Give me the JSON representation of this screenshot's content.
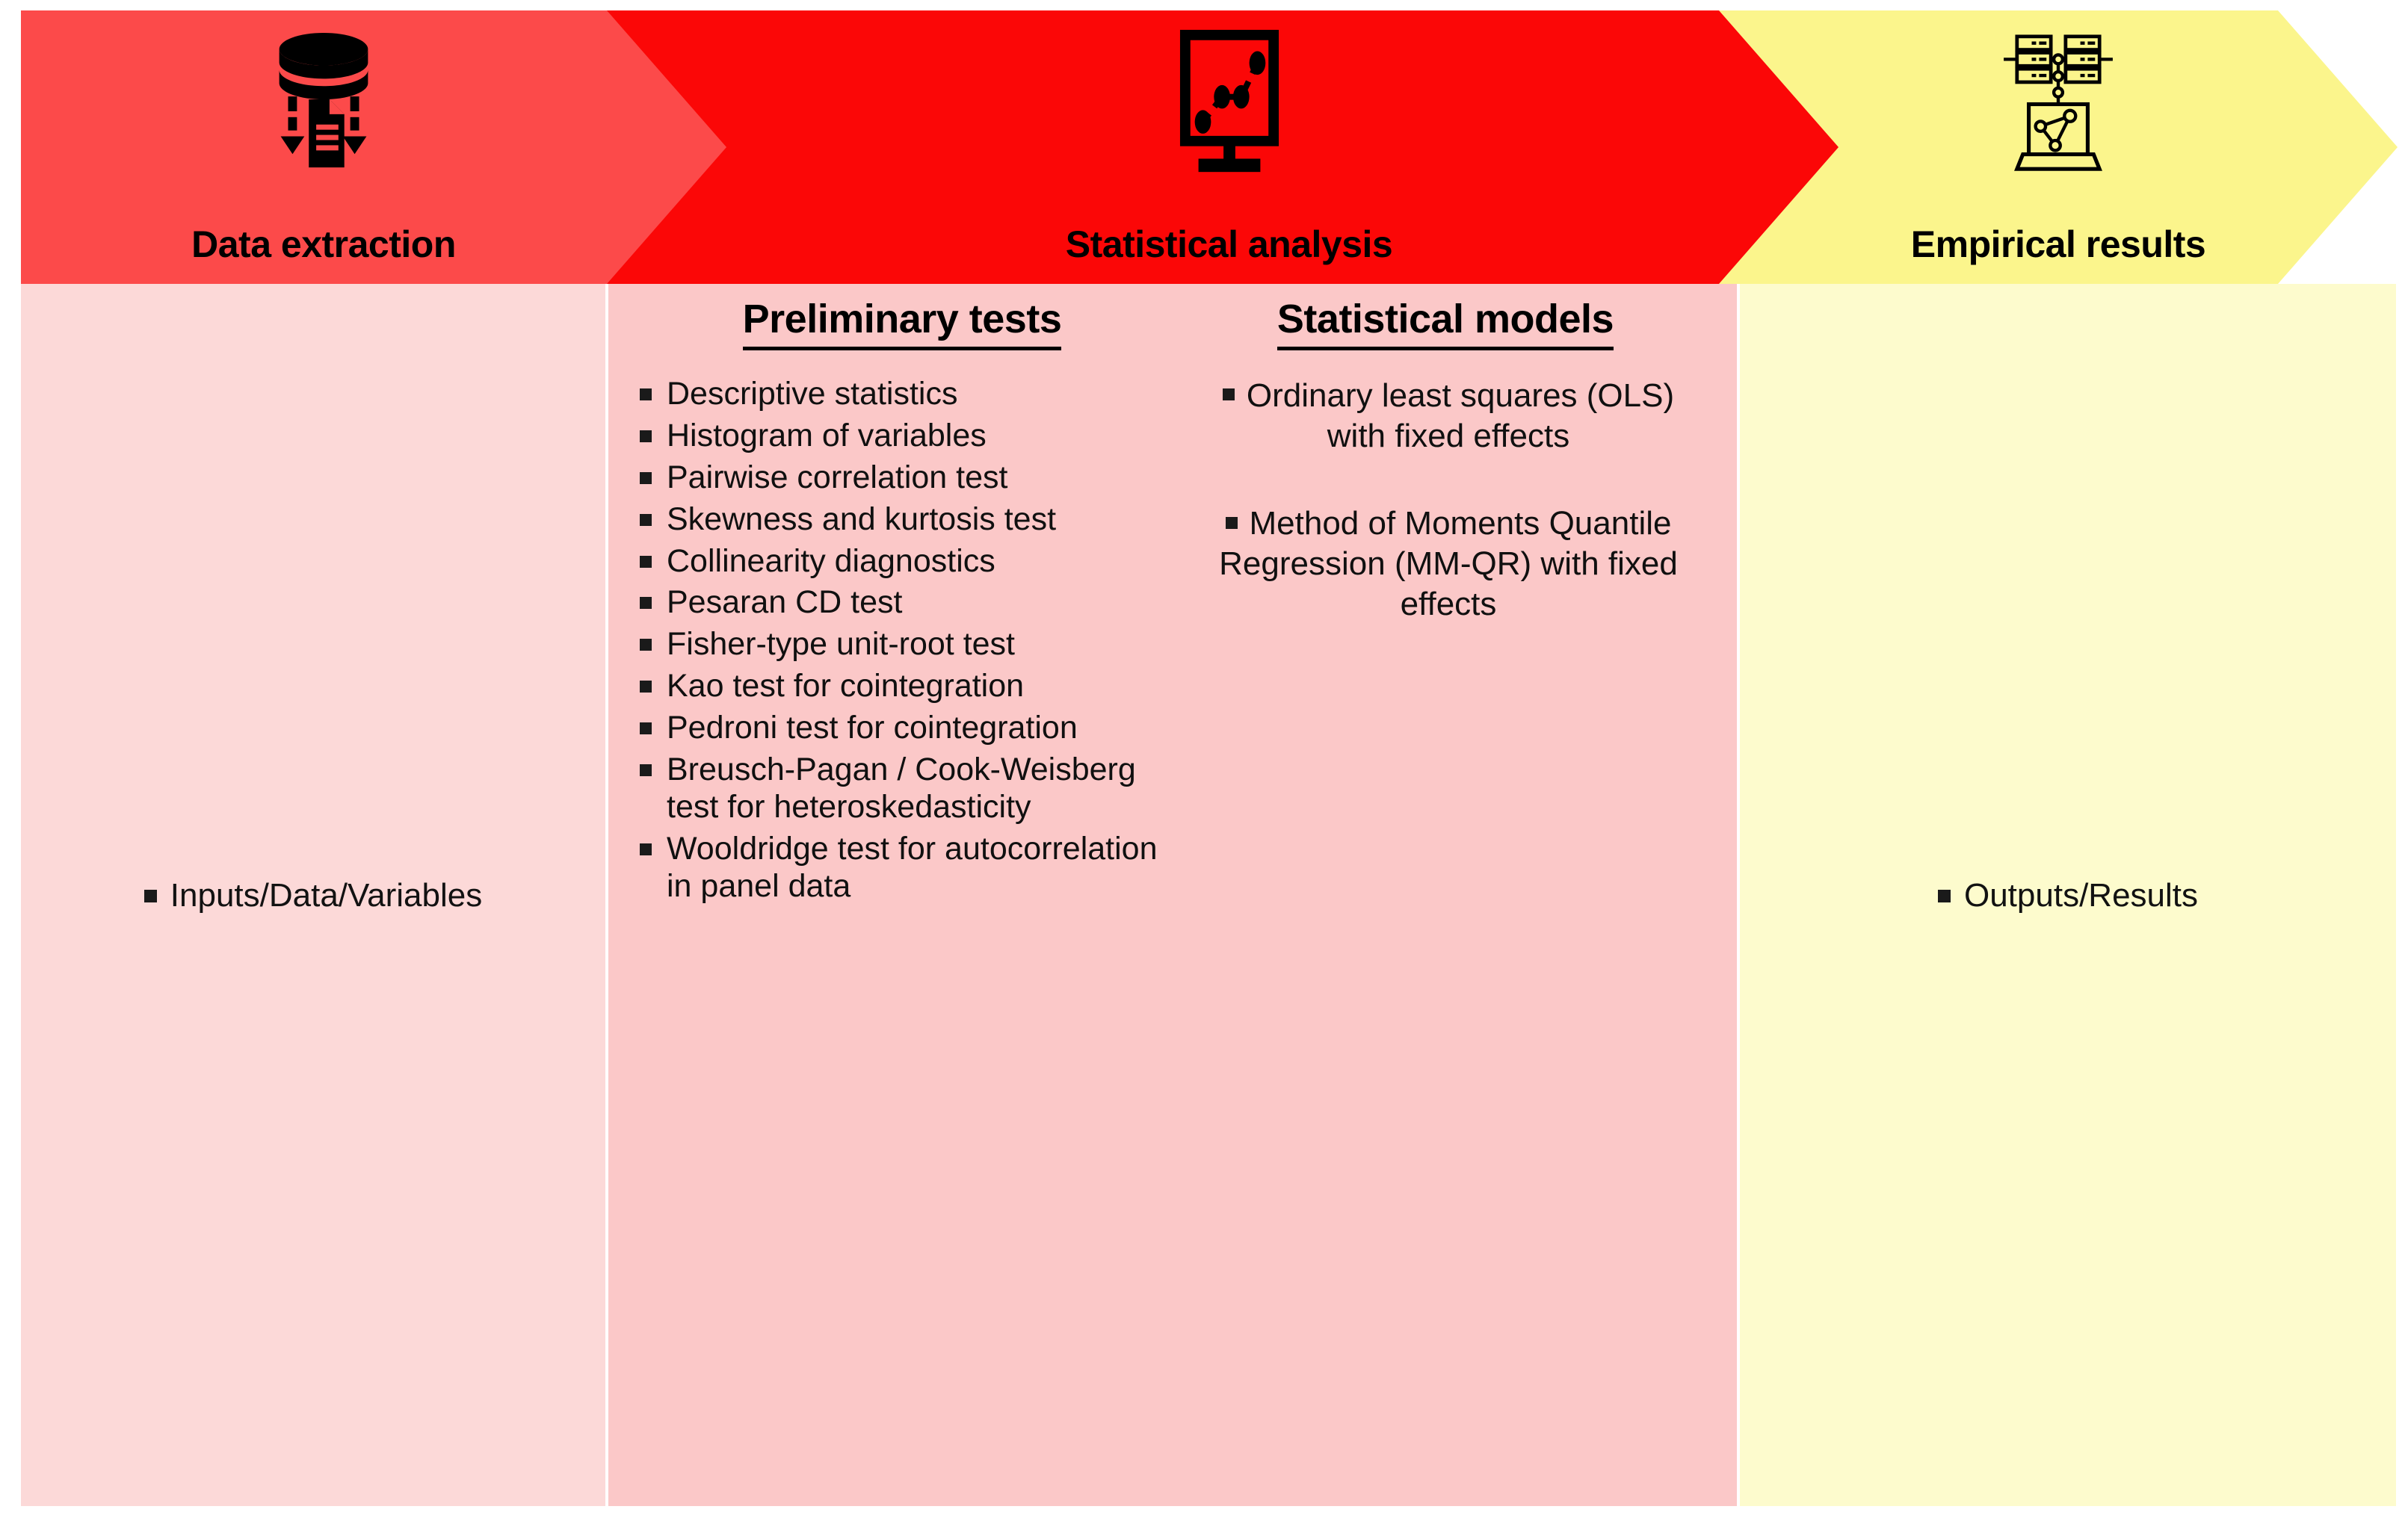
{
  "figure": {
    "type": "research-methodology-flowchart",
    "colors": {
      "stage1_banner": "#fc4a4a",
      "stage2_banner": "#fb0707",
      "stage3_banner": "#fbf58c",
      "stage1_body": "#fcd9d8",
      "stage2_body": "#fbc8c8",
      "stage3_body": "#fdfbcd",
      "text": "#101010",
      "bullet": "#1a1a1a"
    }
  },
  "stages": [
    {
      "id": "data-extraction",
      "label": "Data extraction",
      "icon": "database-extract-icon",
      "items": [
        "Inputs/Data/Variables"
      ]
    },
    {
      "id": "statistical-analysis",
      "label": "Statistical analysis",
      "icon": "monitor-line-chart-icon",
      "groups": [
        {
          "id": "preliminary-tests",
          "title": "Preliminary tests",
          "items": [
            "Descriptive statistics",
            "Histogram of variables",
            "Pairwise correlation test",
            "Skewness and kurtosis test",
            "Collinearity diagnostics",
            "Pesaran CD test",
            "Fisher-type unit-root test",
            "Kao test for cointegration",
            "Pedroni test for cointegration",
            "Breusch-Pagan / Cook-Weisberg test for heteroskedasticity",
            "Wooldridge test for autocorrelation in panel data"
          ]
        },
        {
          "id": "statistical-models",
          "title": "Statistical models",
          "items": [
            "Ordinary least squares (OLS) with fixed effects",
            "Method of Moments Quantile Regression (MM-QR) with fixed effects"
          ]
        }
      ]
    },
    {
      "id": "empirical-results",
      "label": "Empirical results",
      "icon": "server-network-laptop-icon",
      "items": [
        "Outputs/Results"
      ]
    }
  ]
}
